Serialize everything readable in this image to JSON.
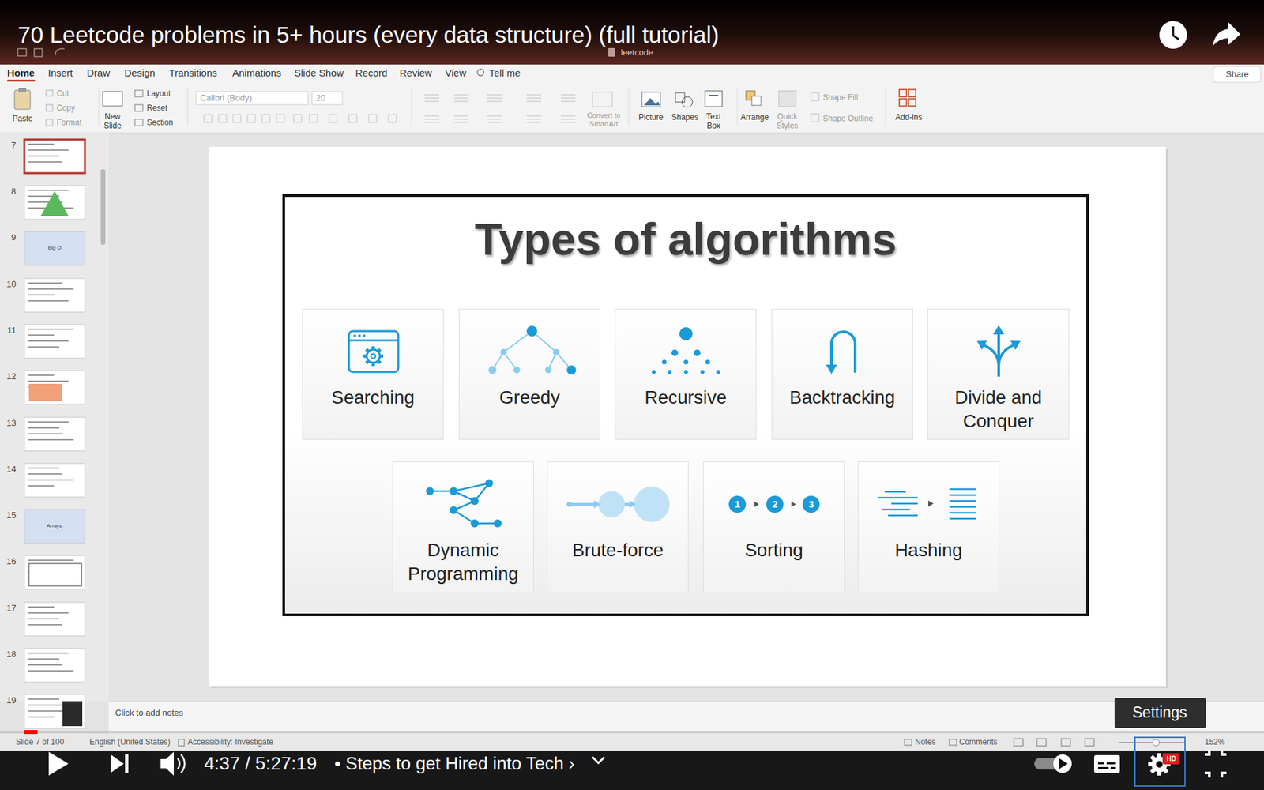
{
  "diagram": {
    "title": "70 Leetcode problems in 5+ hours (every data structure) (full tutorial)",
    "nodes": [
      {
        "text": [
          "Types of algorithms"
        ]
      },
      {
        "text": [
          "Searching"
        ],
        "in": 0
      },
      {
        "text": [
          "Greedy"
        ],
        "in": 0
      },
      {
        "text": [
          "Recursive"
        ],
        "in": 0
      },
      {
        "text": [
          "Backtracking"
        ],
        "in": 0
      },
      {
        "text": [
          "Divide and Conquer"
        ],
        "in": 0
      },
      {
        "text": [
          "Dynamic Programming"
        ],
        "in": 0
      },
      {
        "text": [
          "Brute-force"
        ],
        "in": 0
      },
      {
        "text": [
          "Sorting"
        ],
        "in": 0
      },
      {
        "text": [
          "Hashing"
        ],
        "in": 0
      }
    ],
    "labels": [
      "leetcode",
      "Home",
      "Insert",
      "Draw",
      "Design",
      "Transitions",
      "Animations",
      "Slide Show",
      "Record",
      "Review",
      "View",
      "Tell me",
      "Share",
      "Paste",
      "Cut",
      "Copy",
      "Format",
      "New Slide",
      "Layout",
      "Reset",
      "Section",
      "Calibri (Body)",
      "20",
      "Convert to SmartArt",
      "Picture",
      "Shapes",
      "Text Box",
      "Arrange",
      "Quick Styles",
      "Shape Fill",
      "Shape Outline",
      "Add-ins",
      "7",
      "8",
      "9",
      "10",
      "11",
      "12",
      "13",
      "14",
      "15",
      "16",
      "17",
      "18",
      "19",
      "Big O",
      "Arrays",
      "1",
      "2",
      "3",
      "Click to add notes",
      "Slide 7 of 100",
      "English (United States)",
      "Accessibility: Investigate",
      "Notes",
      "Comments",
      "152%",
      "Settings",
      "4:37 / 5:27:19",
      "• Steps to get Hired into Tech ›",
      "HD"
    ]
  }
}
